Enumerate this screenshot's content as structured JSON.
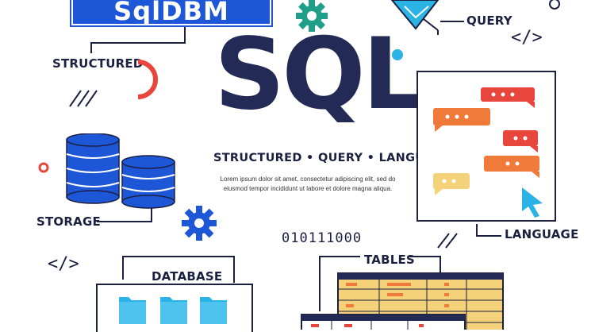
{
  "logo": {
    "text": "SqlDBM"
  },
  "labels": {
    "structured": "STRUCTURED",
    "query": "QUERY",
    "storage": "STORAGE",
    "language": "LANGUAGE",
    "database": "DATABASE",
    "tables": "TABLES"
  },
  "headline": "SQL",
  "subtitle": "STRUCTURED • QUERY • LANGUAGE",
  "lorem": "Lorem ipsum dolor sit amet, consectetur adipiscing elit, sed do eiusmod tempor incididunt ut labore et dolore magna aliqua.",
  "binary": "010111000",
  "code_icon": "</>",
  "colors": {
    "navy": "#222a55",
    "blue": "#1e56d8",
    "teal": "#1f9e89",
    "red": "#e8453c",
    "orange": "#f07a3a",
    "yellow": "#f5d27a",
    "sky": "#2bb3e6"
  },
  "icons": [
    "gear-icon",
    "funnel-icon",
    "code-icon",
    "chat-bubble-icon",
    "cursor-icon",
    "database-cylinder-icon",
    "folder-icon",
    "table-icon"
  ]
}
